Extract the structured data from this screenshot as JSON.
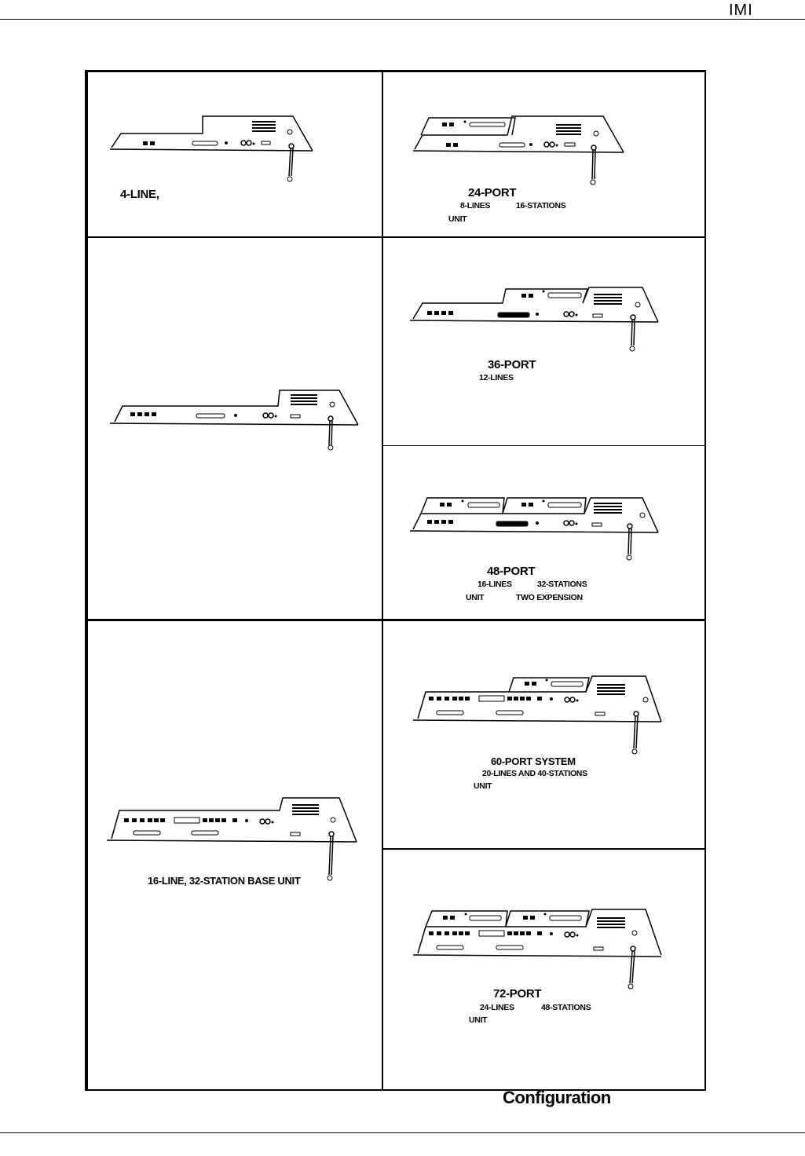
{
  "header": {
    "mark": "IMI"
  },
  "cells": {
    "c1": {
      "line1": "4-LINE,"
    },
    "c2": {
      "line1": "24-PORT",
      "w1": "8-LINES",
      "w2": "16-STATIONS",
      "w3": "UNIT"
    },
    "c3": {},
    "c4": {
      "line1": "36-PORT",
      "w1": "12-LINES"
    },
    "c5": {
      "line1": "48-PORT",
      "w1": "16-LINES",
      "w2": "32-STATIONS",
      "w3": "UNIT",
      "w4": "TWO EXPENSION"
    },
    "c6": {
      "line1": "16-LINE, 32-STATION BASE UNIT"
    },
    "c7": {
      "line1": "60-PORT SYSTEM",
      "w1": "20-LINES AND 40-STATIONS",
      "w3": "UNIT"
    },
    "c8": {
      "line1": "72-PORT",
      "w1": "24-LINES",
      "w2": "48-STATIONS",
      "w3": "UNIT"
    }
  },
  "footer": {
    "caption": "Configuration"
  }
}
